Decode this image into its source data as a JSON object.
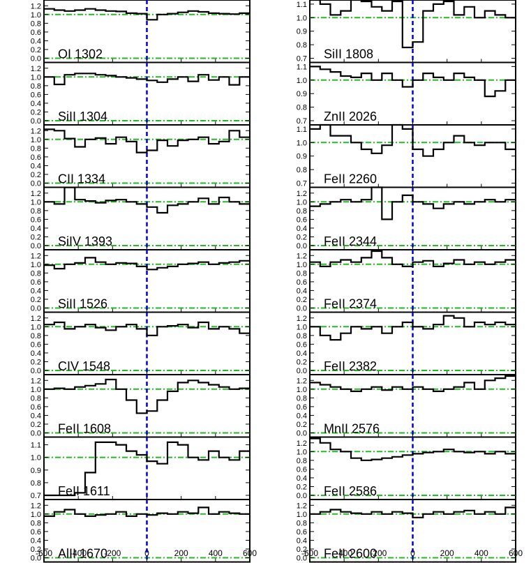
{
  "chart_data": {
    "type": "line",
    "layout": "velocity-stack, 2 columns x 9 rows",
    "xlim": [
      -600,
      600
    ],
    "xticks": [
      -600,
      -400,
      -200,
      0,
      200,
      400,
      600
    ],
    "xtick_labels": [
      "-600",
      "-400",
      "-200",
      "0",
      "200",
      "400",
      "600"
    ],
    "zero_line": {
      "x": 0,
      "style": "dashed",
      "color": "#0000dd"
    },
    "continuum_lines": {
      "y": [
        0.0,
        1.0
      ],
      "style": "dash-dot",
      "color": "#22bb22"
    },
    "step_x": [
      -600,
      -540,
      -480,
      -420,
      -360,
      -300,
      -240,
      -180,
      -120,
      -60,
      0,
      60,
      120,
      180,
      240,
      300,
      360,
      420,
      480,
      540,
      600
    ],
    "panels": [
      {
        "label": "OI 1302",
        "ylim": [
          0,
          1.3
        ],
        "yticks": [
          "0.0",
          "0.2",
          "0.4",
          "0.6",
          "0.8",
          "1.0",
          "1.2"
        ],
        "y": [
          1.13,
          1.1,
          1.08,
          1.1,
          1.13,
          1.1,
          1.08,
          1.07,
          1.03,
          1.02,
          0.88,
          1.0,
          1.02,
          1.05,
          1.08,
          1.06,
          1.03,
          1.02,
          1.01,
          1.03
        ]
      },
      {
        "label": "SiII 1304",
        "ylim": [
          0,
          1.3
        ],
        "yticks": [
          "0.0",
          "0.2",
          "0.4",
          "0.6",
          "0.8",
          "1.0",
          "1.2"
        ],
        "y": [
          1.0,
          0.83,
          1.05,
          1.08,
          1.08,
          1.05,
          1.03,
          1.0,
          0.98,
          0.95,
          0.92,
          0.88,
          0.95,
          1.0,
          0.9,
          1.05,
          0.93,
          1.0,
          0.82,
          1.0
        ]
      },
      {
        "label": "CII 1334",
        "ylim": [
          0,
          1.3
        ],
        "yticks": [
          "0.0",
          "0.2",
          "0.4",
          "0.6",
          "0.8",
          "1.0",
          "1.2"
        ],
        "y": [
          1.23,
          1.2,
          1.02,
          0.83,
          1.0,
          1.03,
          0.9,
          1.05,
          0.95,
          0.7,
          0.75,
          0.98,
          0.85,
          0.98,
          1.0,
          1.05,
          0.9,
          0.95,
          1.2,
          1.05
        ]
      },
      {
        "label": "SiIV 1393",
        "ylim": [
          0,
          1.3
        ],
        "yticks": [
          "0.0",
          "0.2",
          "0.4",
          "0.6",
          "0.8",
          "1.0",
          "1.2"
        ],
        "y": [
          1.0,
          0.95,
          1.33,
          1.05,
          1.02,
          0.98,
          1.03,
          1.05,
          1.0,
          0.95,
          0.88,
          0.75,
          0.92,
          0.95,
          1.0,
          1.08,
          0.95,
          1.1,
          1.0,
          0.95
        ]
      },
      {
        "label": "SiII 1526",
        "ylim": [
          0,
          1.3
        ],
        "yticks": [
          "0.0",
          "0.2",
          "0.4",
          "0.6",
          "0.8",
          "1.0",
          "1.2"
        ],
        "y": [
          0.98,
          0.9,
          1.0,
          1.03,
          1.15,
          1.05,
          1.0,
          1.03,
          1.02,
          0.95,
          0.88,
          0.92,
          0.95,
          1.0,
          1.02,
          1.05,
          1.0,
          1.03,
          1.05,
          1.08
        ]
      },
      {
        "label": "CIV 1548",
        "ylim": [
          0,
          1.3
        ],
        "yticks": [
          "0.0",
          "0.2",
          "0.4",
          "0.6",
          "0.8",
          "1.0",
          "1.2"
        ],
        "y": [
          1.05,
          1.1,
          0.95,
          1.0,
          1.05,
          0.98,
          0.92,
          1.0,
          1.05,
          0.95,
          0.8,
          1.0,
          1.02,
          1.05,
          0.98,
          1.1,
          0.95,
          1.0,
          0.95,
          0.85
        ]
      },
      {
        "label": "FeII 1608",
        "ylim": [
          0,
          1.3
        ],
        "yticks": [
          "0.0",
          "0.2",
          "0.4",
          "0.6",
          "0.8",
          "1.0",
          "1.2"
        ],
        "y": [
          1.0,
          1.02,
          1.0,
          1.05,
          1.08,
          1.12,
          1.22,
          1.0,
          0.75,
          0.45,
          0.5,
          0.75,
          0.95,
          1.15,
          1.2,
          1.15,
          1.1,
          1.05,
          1.0,
          1.02
        ]
      },
      {
        "label": "FeII 1611",
        "ylim": [
          0.7,
          1.15
        ],
        "yticks": [
          "0.7",
          "0.8",
          "0.9",
          "1.0",
          "1.1"
        ],
        "y": [
          0.7,
          0.7,
          0.7,
          0.72,
          0.88,
          1.12,
          1.12,
          1.1,
          1.05,
          1.02,
          0.97,
          0.95,
          1.12,
          1.1,
          1.0,
          0.98,
          1.05,
          1.0,
          0.98,
          1.05
        ]
      },
      {
        "label": "AlII 1670",
        "ylim": [
          0,
          1.3
        ],
        "yticks": [
          "0.0",
          "0.2",
          "0.4",
          "0.6",
          "0.8",
          "1.0",
          "1.2"
        ],
        "y": [
          0.95,
          1.05,
          1.1,
          1.0,
          0.95,
          0.98,
          1.0,
          1.05,
          0.95,
          1.0,
          0.98,
          1.02,
          1.0,
          1.05,
          1.02,
          1.15,
          1.0,
          1.05,
          1.02,
          1.0
        ]
      },
      {
        "label": "SiII 1808",
        "ylim": [
          0.7,
          1.12
        ],
        "yticks": [
          "0.7",
          "0.8",
          "0.9",
          "1.0",
          "1.1"
        ],
        "y": [
          1.15,
          1.1,
          1.02,
          1.05,
          1.15,
          1.12,
          1.08,
          1.05,
          1.12,
          0.78,
          0.82,
          1.05,
          1.1,
          1.12,
          1.02,
          1.08,
          1.0,
          1.05,
          1.02,
          1.0
        ]
      },
      {
        "label": "ZnII 2026",
        "ylim": [
          0.7,
          1.12
        ],
        "yticks": [
          "0.7",
          "0.8",
          "0.9",
          "1.0",
          "1.1"
        ],
        "y": [
          1.1,
          1.08,
          1.06,
          1.03,
          1.02,
          1.05,
          1.0,
          1.05,
          1.0,
          0.95,
          1.0,
          1.05,
          1.02,
          1.0,
          1.05,
          1.02,
          1.0,
          0.88,
          0.92,
          1.0
        ]
      },
      {
        "label": "FeII 2260",
        "ylim": [
          0.7,
          1.12
        ],
        "yticks": [
          "0.7",
          "0.8",
          "0.9",
          "1.0",
          "1.1"
        ],
        "y": [
          1.1,
          1.15,
          1.05,
          1.05,
          1.0,
          0.95,
          0.92,
          0.98,
          1.15,
          1.1,
          0.95,
          0.9,
          0.95,
          1.0,
          1.05,
          1.0,
          0.98,
          1.0,
          1.0,
          0.95
        ]
      },
      {
        "label": "FeII 2344",
        "ylim": [
          0,
          1.3
        ],
        "yticks": [
          "0.0",
          "0.2",
          "0.4",
          "0.6",
          "0.8",
          "1.0",
          "1.2"
        ],
        "y": [
          0.9,
          0.95,
          1.0,
          1.05,
          1.0,
          1.05,
          1.35,
          0.6,
          1.0,
          1.15,
          1.0,
          0.95,
          0.85,
          0.95,
          1.0,
          0.95,
          1.0,
          1.05,
          1.0,
          1.05
        ]
      },
      {
        "label": "FeII 2374",
        "ylim": [
          0,
          1.3
        ],
        "yticks": [
          "0.0",
          "0.2",
          "0.4",
          "0.6",
          "0.8",
          "1.0",
          "1.2"
        ],
        "y": [
          1.05,
          0.95,
          1.05,
          1.1,
          1.05,
          1.15,
          1.3,
          1.15,
          1.0,
          0.95,
          1.05,
          1.08,
          0.95,
          1.02,
          1.1,
          1.0,
          1.05,
          1.0,
          1.05,
          1.1
        ]
      },
      {
        "label": "FeII 2382",
        "ylim": [
          0,
          1.3
        ],
        "yticks": [
          "0.0",
          "0.2",
          "0.4",
          "0.6",
          "0.8",
          "1.0",
          "1.2"
        ],
        "y": [
          1.0,
          0.8,
          0.7,
          0.85,
          1.0,
          0.95,
          1.0,
          0.85,
          1.0,
          1.1,
          1.0,
          0.95,
          1.05,
          1.25,
          1.2,
          1.0,
          1.1,
          1.05,
          1.1,
          1.05
        ]
      },
      {
        "label": "MnII 2576",
        "ylim": [
          0,
          1.3
        ],
        "yticks": [
          "0.0",
          "0.2",
          "0.4",
          "0.6",
          "0.8",
          "1.0",
          "1.2"
        ],
        "y": [
          1.15,
          1.1,
          1.05,
          1.0,
          0.95,
          1.0,
          1.05,
          0.98,
          1.05,
          1.0,
          1.05,
          1.0,
          0.95,
          1.0,
          1.05,
          1.15,
          1.0,
          1.2,
          1.25,
          1.3
        ]
      },
      {
        "label": "FeII 2586",
        "ylim": [
          0,
          1.3
        ],
        "yticks": [
          "0.0",
          "0.2",
          "0.4",
          "0.6",
          "0.8",
          "1.0",
          "1.2"
        ],
        "y": [
          1.3,
          1.2,
          1.05,
          1.0,
          0.85,
          0.8,
          0.82,
          0.85,
          0.88,
          0.92,
          0.95,
          0.98,
          1.0,
          1.05,
          1.0,
          0.98,
          1.0,
          0.95,
          1.0,
          0.95
        ]
      },
      {
        "label": "FeII 2600",
        "ylim": [
          0,
          1.3
        ],
        "yticks": [
          "0.0",
          "0.2",
          "0.4",
          "0.6",
          "0.8",
          "1.0",
          "1.2"
        ],
        "y": [
          1.0,
          1.05,
          1.1,
          1.05,
          1.02,
          1.0,
          1.05,
          1.0,
          1.05,
          1.02,
          0.92,
          1.0,
          1.05,
          1.0,
          1.05,
          1.08,
          1.0,
          1.05,
          1.0,
          1.15
        ]
      }
    ]
  }
}
